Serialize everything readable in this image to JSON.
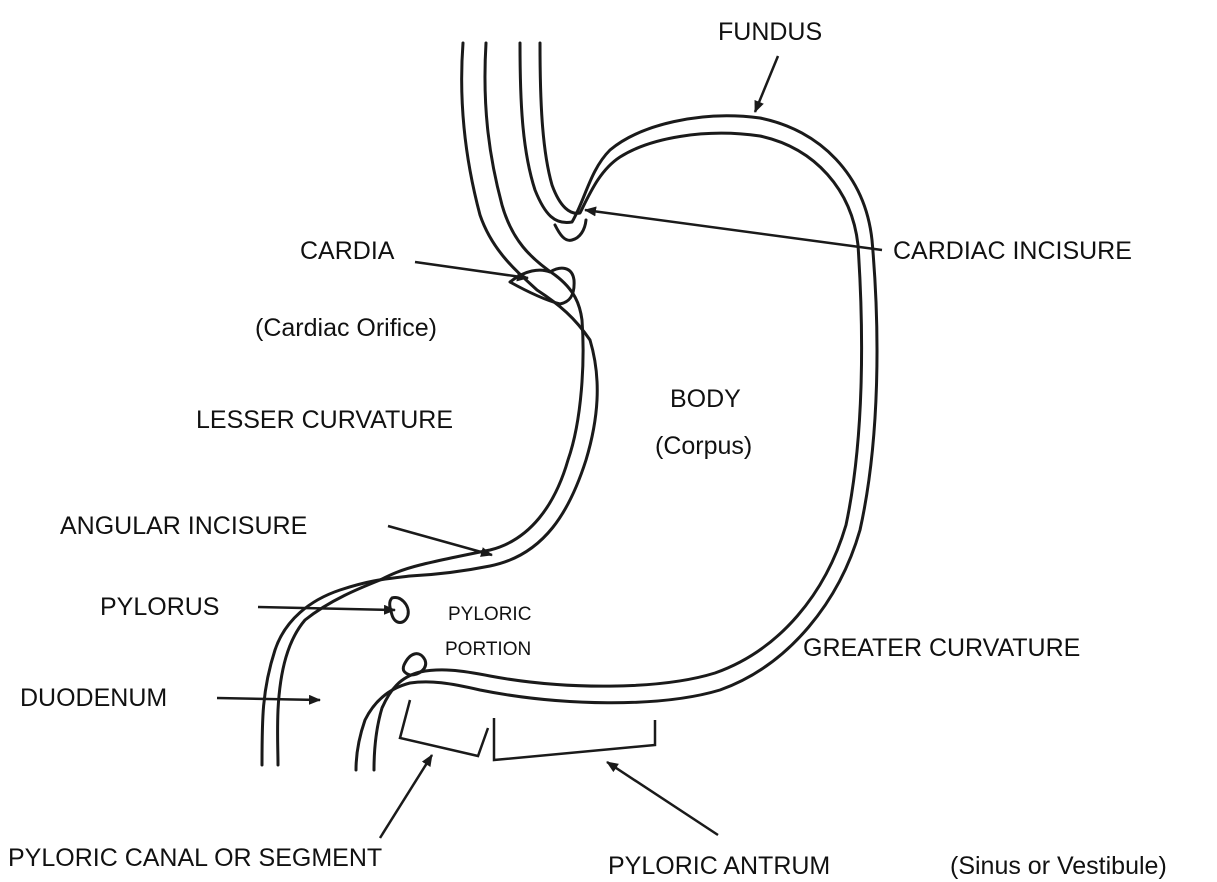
{
  "labels": {
    "fundus": "FUNDUS",
    "cardia": "CARDIA",
    "cardiac_orifice": "(Cardiac Orifice)",
    "cardiac_incisure": "CARDIAC INCISURE",
    "lesser_curvature": "LESSER CURVATURE",
    "body": "BODY",
    "corpus": "(Corpus)",
    "angular_incisure": "ANGULAR INCISURE",
    "pylorus": "PYLORUS",
    "pyloric": "PYLORIC",
    "portion": "PORTION",
    "greater_curvature": "GREATER CURVATURE",
    "duodenum": "DUODENUM",
    "pyloric_canal": "PYLORIC CANAL OR SEGMENT",
    "pyloric_antrum": "PYLORIC ANTRUM",
    "sinus_vestibule": "(Sinus or Vestibule)"
  },
  "colors": {
    "line": "#1a1a1a",
    "text": "#111111",
    "background": "#ffffff"
  }
}
